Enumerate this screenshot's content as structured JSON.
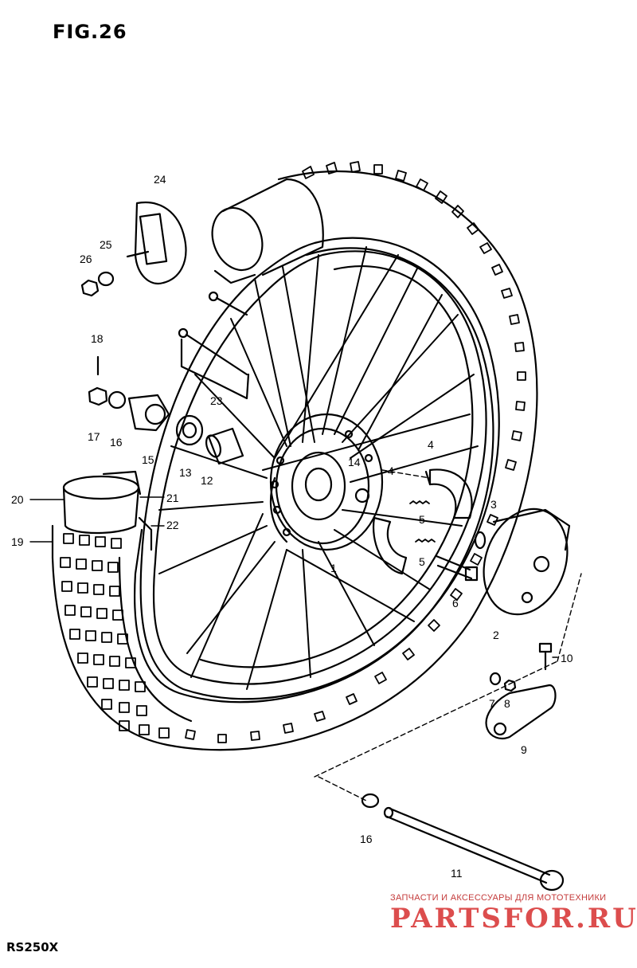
{
  "figure_title": "FIG.26",
  "model": "RS250X",
  "watermark": {
    "caption": "ЗАПЧАСТИ И АКСЕССУАРЫ ДЛЯ МОТОТЕХНИКИ",
    "logo": "PARTSFOR.RU"
  },
  "callouts": [
    "24",
    "25",
    "26",
    "18",
    "23",
    "17",
    "16",
    "15",
    "13",
    "12",
    "14",
    "4",
    "4",
    "5",
    "5",
    "3",
    "20",
    "21",
    "22",
    "19",
    "1",
    "6",
    "2",
    "10",
    "7",
    "8",
    "9",
    "16",
    "11"
  ]
}
